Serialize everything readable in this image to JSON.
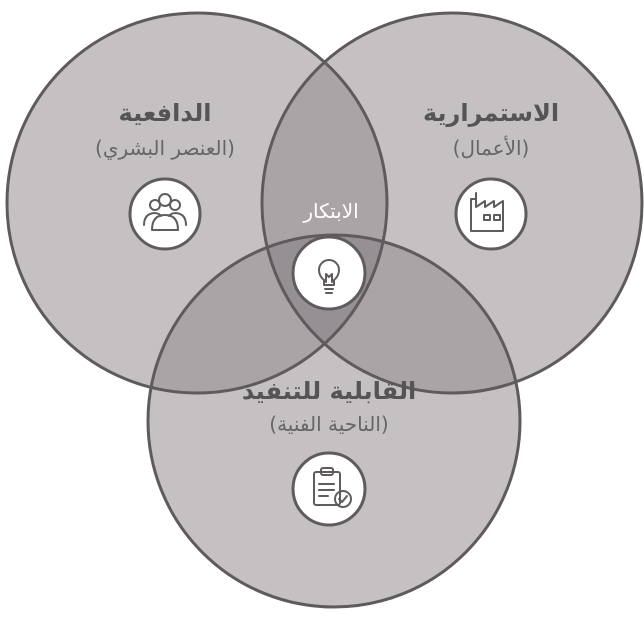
{
  "diagram": {
    "colors": {
      "circle_fill": "#c5c1c2",
      "pair_overlap_fill": "#aaa4a6",
      "center_overlap_fill": "#959094",
      "stroke": "#5f5b5c",
      "icon_circle_fill": "#ffffff",
      "icon_stroke": "#605c5d",
      "title_text": "#555555",
      "subtitle_text": "#666666",
      "center_text": "#ffffff"
    },
    "desirability": {
      "title": "الدافعية",
      "subtitle": "(العنصر البشري)",
      "icon": "people-group-icon"
    },
    "viability": {
      "title": "الاستمرارية",
      "subtitle": "(الأعمال)",
      "icon": "factory-icon"
    },
    "feasibility": {
      "title": "القابلية للتنفيذ",
      "subtitle": "(الناحية الفنية)",
      "icon": "clipboard-check-icon"
    },
    "innovation": {
      "label": "الابتكار",
      "icon": "lightbulb-icon"
    }
  }
}
